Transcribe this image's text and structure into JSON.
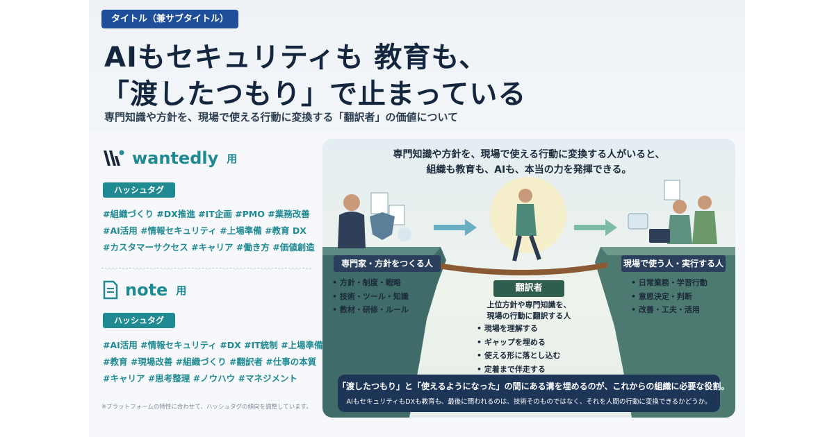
{
  "header": {
    "badge": "タイトル（兼サブタイトル）",
    "title_line1": "AIもセキュリティも 教育も、",
    "title_line2": "「渡したつもり」で止まっている",
    "subtitle": "専門知識や方針を、現場で使える行動に変換する「翻訳者」の価値について"
  },
  "wantedly": {
    "name": "wantedly",
    "suffix": "用",
    "tag_label": "ハッシュタグ",
    "rows": [
      "#組織づくり  #DX推進  #IT企画  #PMO  #業務改善",
      "#AI活用  #情報セキュリティ  #上場準備  #教育 DX",
      "#カスタマーサクセス   #キャリア  #働き方  #価値創造"
    ]
  },
  "note": {
    "name": "note",
    "suffix": "用",
    "tag_label": "ハッシュタグ",
    "rows": [
      "#AI活用  #情報セキュリティ  #DX  #IT統制  #上場準備",
      "#教育  #現場改善  #組織づくり  #翻訳者  #仕事の本質",
      "#キャリア  #思考整理  #ノウハウ  #マネジメント"
    ]
  },
  "footnote": "※プラットフォームの特性に合わせて、ハッシュタグの傾向を調整しています。",
  "illustration": {
    "heading_line1": "専門知識や方針を、現場で使える行動に変換する人がいると、",
    "heading_line2": "組織も教育も、AIも、本当の力を発揮できる。",
    "experts": {
      "label": "専門家・方針をつくる人",
      "items": [
        "方針・制度・戦略",
        "技術・ツール・知識",
        "教材・研修・ルール"
      ]
    },
    "translator": {
      "label": "翻訳者",
      "desc_line1": "上位方針や専門知識を、",
      "desc_line2": "現場の行動に翻訳する人",
      "items": [
        "現場を理解する",
        "ギャップを埋める",
        "使える形に落とし込む",
        "定着まで伴走する"
      ]
    },
    "field": {
      "label": "現場で使う人・実行する人",
      "items": [
        "日常業務・学習行動",
        "意思決定・判断",
        "改善・工夫・活用"
      ]
    },
    "bottom_line1": "「渡したつもり」と「使えるようになった」の間にある溝を埋めるのが、これからの組織に必要な役割。",
    "bottom_line2": "AIもセキュリティもDXも教育も、最後に問われるのは、技術そのものではなく、それを人間の行動に変換できるかどうか。"
  },
  "colors": {
    "badge_blue": "#1f4f9a",
    "teal": "#1f8a92",
    "navy": "#1d3557",
    "translator_green": "#2f5d4e"
  }
}
